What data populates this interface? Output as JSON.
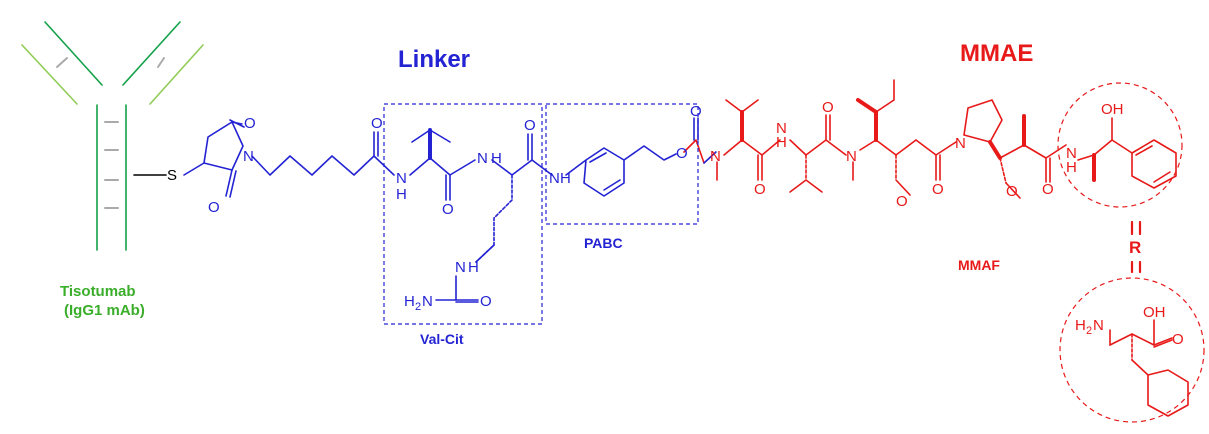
{
  "colors": {
    "antibody_dark": "#14a048",
    "antibody_light": "#8fcc55",
    "linker": "#2323d4",
    "payload": "#e81919",
    "antibody_label": "#3aae2a"
  },
  "labels": {
    "antibody": "Tisotumab",
    "antibody_type": "(IgG1 mAb)",
    "linker": "Linker",
    "payload": "MMAE",
    "valcit": "Val-Cit",
    "pabc": "PABC",
    "mmaf": "MMAF",
    "r_group": "R"
  },
  "atoms": {
    "s": "S",
    "n": "N",
    "o": "O",
    "nh": "N",
    "h": "H",
    "oh": "OH",
    "h2n": "H",
    "sub2": "2",
    "n_suffix": "N",
    "h2": "H",
    "n_amine": "N"
  }
}
